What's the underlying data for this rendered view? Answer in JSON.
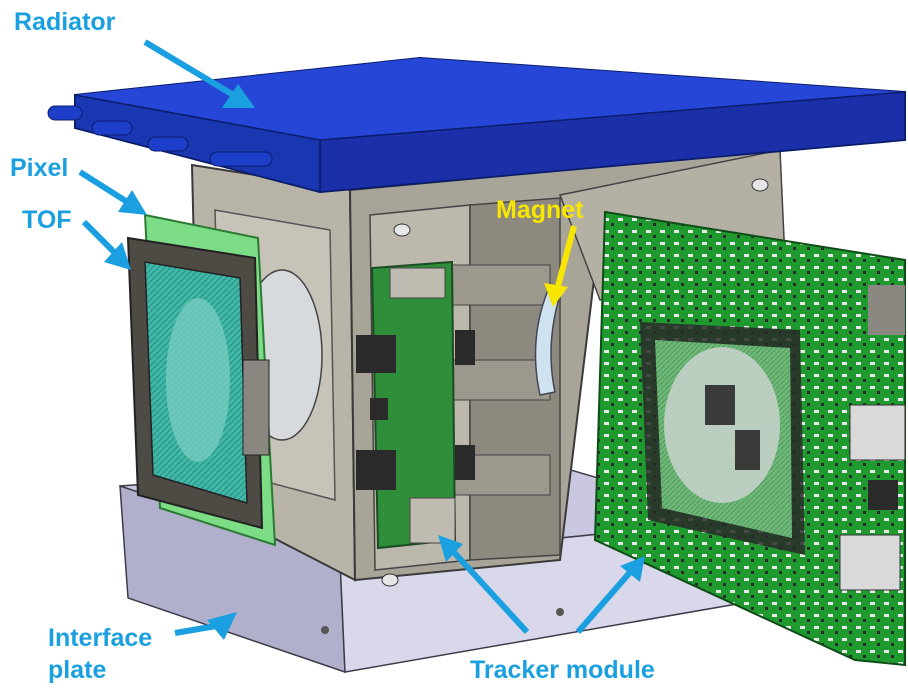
{
  "labels": {
    "radiator": "Radiator",
    "pixel": "Pixel",
    "tof": "TOF",
    "magnet": "Magnet",
    "interface_plate_line1": "Interface",
    "interface_plate_line2": "plate",
    "tracker_module": "Tracker module"
  },
  "colors": {
    "label_blue": "#1aa0e0",
    "label_yellow": "#f7e600",
    "radiator": "#1736b8",
    "pcb_green": "#1f9a2f",
    "housing_gray": "#b9b4a8",
    "plate_lavender": "#c9c8e0",
    "pixel_green": "#7ddc86",
    "tof_teal": "#3fb8a8"
  }
}
